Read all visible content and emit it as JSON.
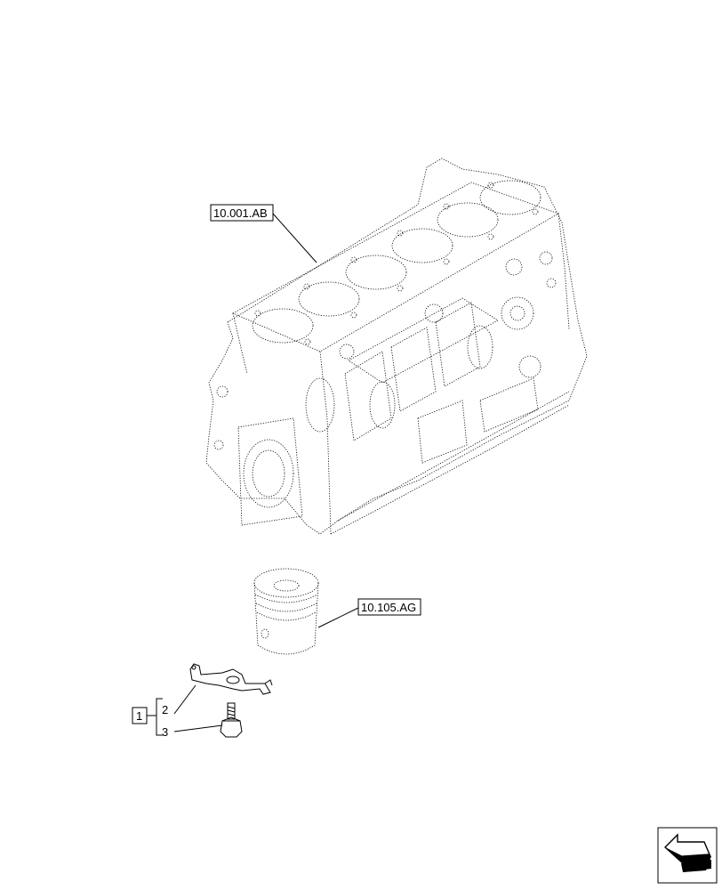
{
  "callouts": {
    "engine_block_ref": "10.001.AB",
    "piston_ref": "10.105.AG",
    "group_item": "1",
    "item_2": "2",
    "item_3": "3"
  },
  "icons": {
    "nav": "arrow-nav-icon"
  },
  "colors": {
    "line": "#000000",
    "background": "#ffffff"
  }
}
